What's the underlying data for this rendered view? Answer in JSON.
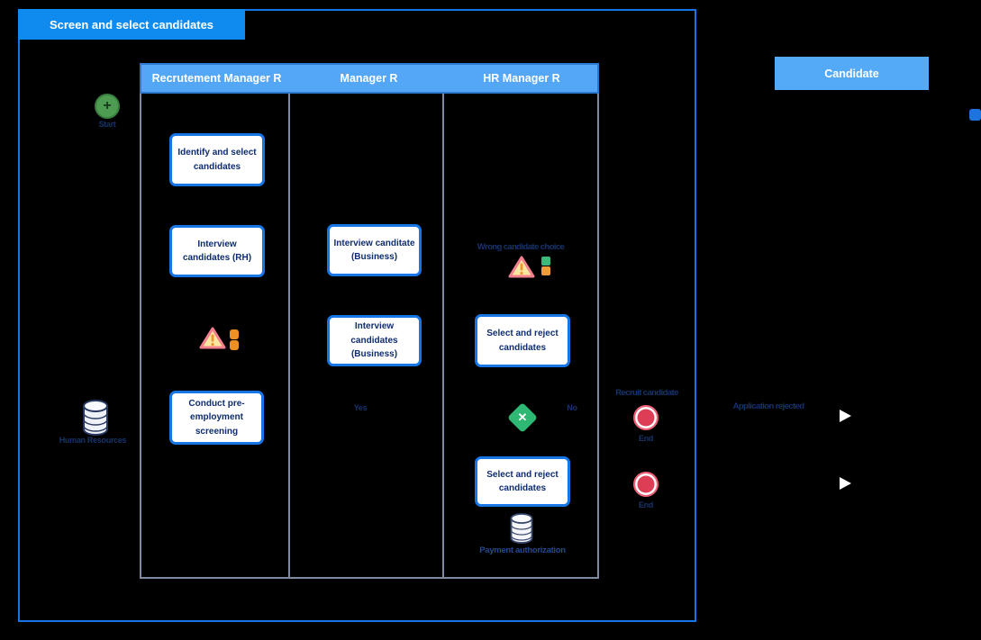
{
  "title": "Screen and select candidates",
  "lanes": [
    "Recrutement Manager R",
    "Manager R",
    "HR Manager R"
  ],
  "candidate_lane": "Candidate",
  "events": {
    "start": "Start",
    "end1": "End",
    "end2": "End"
  },
  "tasks": {
    "identify": "Identify and select candidates",
    "interview_rh": "Interview candidates (RH)",
    "conduct_screening": "Conduct pre-employment screening",
    "interview_business_1": "Interview canditate (Business)",
    "interview_business_2": "Interview candidates (Business)",
    "select_reject_1": "Select and reject candidates",
    "select_reject_2": "Select and reject candidates"
  },
  "datastores": {
    "human_resources": "Human Resources",
    "payment_authorization": "Payment authorization"
  },
  "annotations": {
    "wrong_choice": "Wrong candidate choice",
    "yes": "Yes",
    "no": "No",
    "recruit": "Recruit candidate",
    "application_rejected": "Application rejected",
    "gateway_x": "✕",
    "start_plus": "+"
  },
  "colors": {
    "background": "#000000",
    "container_border": "#1676E8",
    "title_bg": "#0F8BF0",
    "lane_header_bg": "#54A7F6",
    "lane_header_border": "#2B7AD0",
    "lane_divider": "#7E8AA0",
    "task_border": "#1676E8",
    "task_text": "#0E2D70",
    "label_text": "#16336B",
    "start_green": "#4E9B52",
    "end_red": "#DE3E55",
    "gateway_green": "#2EB873",
    "warning_fill": "#F9E7A0",
    "warning_border": "#F4808F",
    "warning_mark": "#EF9430",
    "orange_icon": "#EF9025",
    "green_icon": "#3CB878"
  }
}
